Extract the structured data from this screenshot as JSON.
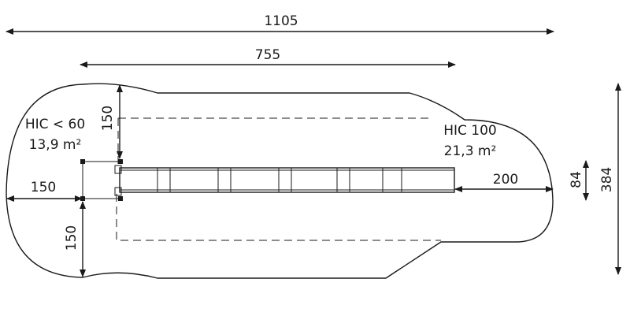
{
  "dimensions": {
    "overall_length": "1105",
    "equipment_length": "755",
    "zone_left_top": "150",
    "zone_left_side": "150",
    "zone_left_bottom": "150",
    "zone_right": "200",
    "equipment_width": "84",
    "overall_width": "384"
  },
  "zones": {
    "small": {
      "hic": "HIC < 60",
      "area": "13,9 m²"
    },
    "large": {
      "hic": "HIC 100",
      "area": "21,3 m²"
    }
  }
}
